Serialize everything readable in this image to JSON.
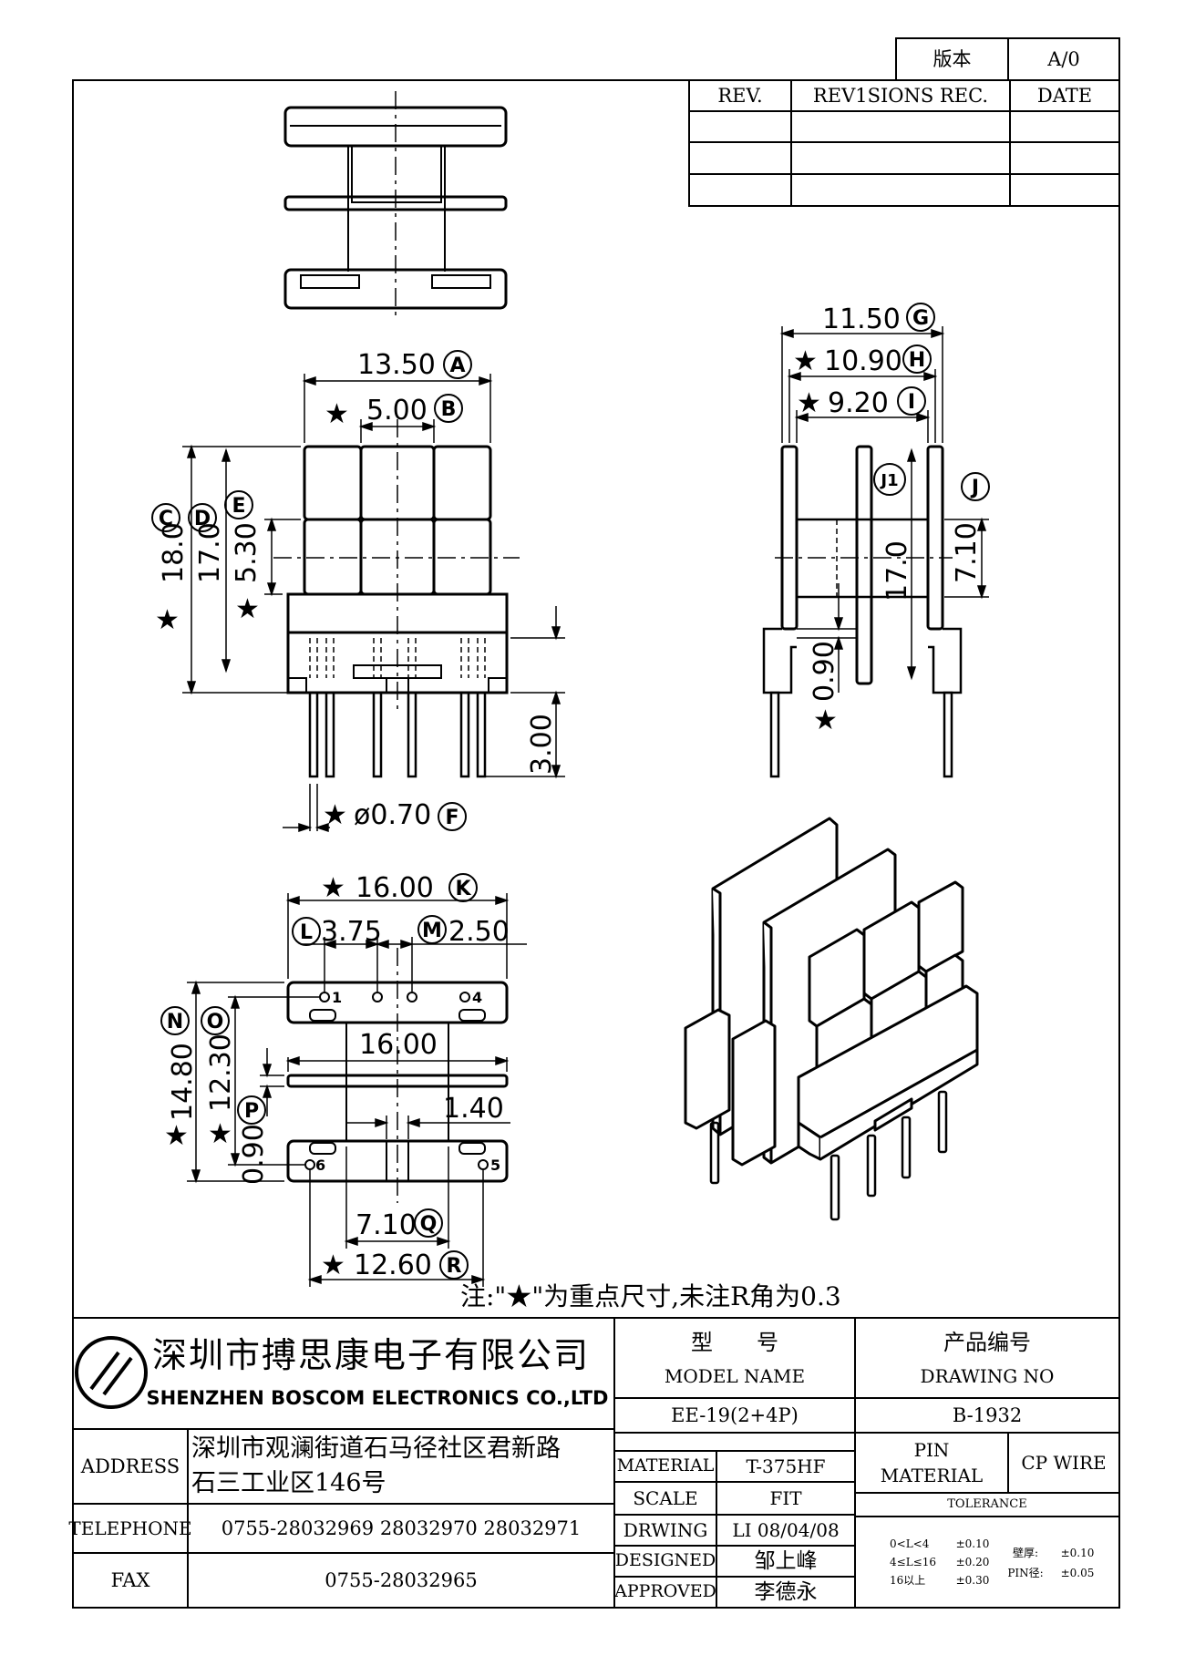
{
  "version_table": {
    "label": "版本",
    "value": "A/0"
  },
  "revision_table": {
    "headers": [
      "REV.",
      "REV1SIONS REC.",
      "DATE"
    ],
    "rows": [
      [
        "",
        "",
        ""
      ],
      [
        "",
        "",
        ""
      ],
      [
        "",
        "",
        ""
      ]
    ]
  },
  "dimensions": {
    "A": {
      "value": "13.50",
      "circle": "A"
    },
    "B": {
      "value": "5.00",
      "circle": "B",
      "star": "★"
    },
    "C": {
      "value": "18.0",
      "circle": "C",
      "star": "★"
    },
    "D": {
      "value": "17.0",
      "circle": "D"
    },
    "E": {
      "value": "5.30",
      "circle": "E",
      "star": "★"
    },
    "F": {
      "value": "ø0.70",
      "circle": "F",
      "star": "★"
    },
    "pin_len": {
      "value": "3.00"
    },
    "G": {
      "value": "11.50",
      "circle": "G"
    },
    "H": {
      "value": "10.90",
      "circle": "H",
      "star": "★"
    },
    "I": {
      "value": "9.20",
      "circle": "I",
      "star": "★"
    },
    "J1": {
      "circle": "J1"
    },
    "J": {
      "value": "7.10",
      "circle": "J"
    },
    "side_17": {
      "value": "17.0"
    },
    "side_090": {
      "value": "0.90",
      "star": "★"
    },
    "K": {
      "value": "16.00",
      "circle": "K",
      "star": "★"
    },
    "L": {
      "value": "3.75",
      "circle": "L"
    },
    "M": {
      "value": "2.50",
      "circle": "M"
    },
    "bottom_16": {
      "value": "16.00"
    },
    "bottom_140": {
      "value": "1.40"
    },
    "N": {
      "value": "14.80",
      "circle": "N",
      "star": "★"
    },
    "O": {
      "value": "12.30",
      "circle": "O",
      "star": "★"
    },
    "P": {
      "value": "0.90",
      "circle": "P"
    },
    "Q": {
      "value": "7.10",
      "circle": "Q"
    },
    "R": {
      "value": "12.60",
      "circle": "R",
      "star": "★"
    }
  },
  "pin_labels": [
    "1",
    "4",
    "6",
    "5"
  ],
  "note": "注:\"★\"为重点尺寸,未注R角为0.3",
  "company": {
    "name_cn": "深圳市搏思康电子有限公司",
    "name_en": "SHENZHEN BOSCOM ELECTRONICS CO.,LTD"
  },
  "address": {
    "label": "ADDRESS",
    "line1": "深圳市观澜街道石马径社区君新路",
    "line2": "石三工业区146号"
  },
  "telephone": {
    "label": "TELEPHONE",
    "value": "0755-28032969 28032970 28032971"
  },
  "fax": {
    "label": "FAX",
    "value": "0755-28032965"
  },
  "model": {
    "label_cn": "型　　号",
    "label_en": "MODEL NAME",
    "value": "EE-19(2+4P)"
  },
  "drawing_no": {
    "label_cn": "产品编号",
    "label_en": "DRAWING NO",
    "value": "B-1932"
  },
  "material": {
    "label": "MATERIAL",
    "value": "T-375HF"
  },
  "scale": {
    "label": "SCALE",
    "value": "FIT"
  },
  "drwing": {
    "label": "DRWING",
    "value": "LI 08/04/08"
  },
  "designed": {
    "label": "DESIGNED",
    "value": "邹上峰"
  },
  "approved": {
    "label": "APPROVED",
    "value": "李德永"
  },
  "pin_material": {
    "label_line1": "PIN",
    "label_line2": "MATERIAL",
    "value": "CP WIRE"
  },
  "tolerance": {
    "label": "TOLERANCE",
    "rows": [
      [
        "0<L<4",
        "±0.10"
      ],
      [
        "4≤L≤16",
        "±0.20"
      ],
      [
        "16以上",
        "±0.30"
      ]
    ],
    "wall_label": "壁厚:",
    "wall_value": "±0.10",
    "pin_label": "PIN径:",
    "pin_value": "±0.05"
  }
}
